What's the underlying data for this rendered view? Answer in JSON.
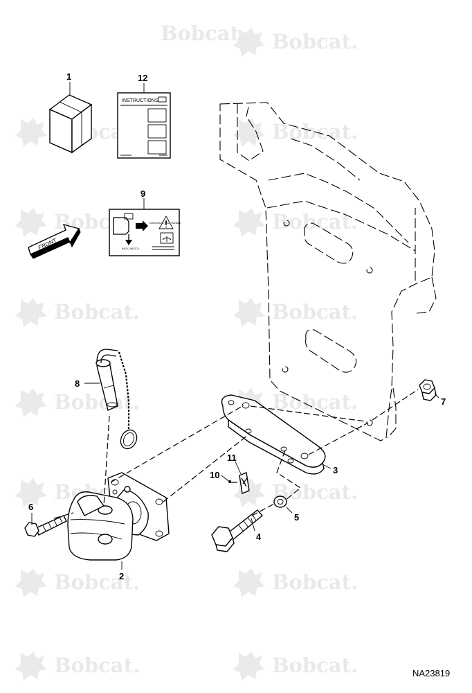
{
  "watermark": "Bobcat.",
  "document_id": "NA23819",
  "front_arrow_label": "FRONT",
  "instructions_label": "INSTRUCTIONS",
  "callouts": [
    {
      "id": "1"
    },
    {
      "id": "2"
    },
    {
      "id": "3"
    },
    {
      "id": "4"
    },
    {
      "id": "5"
    },
    {
      "id": "6"
    },
    {
      "id": "7"
    },
    {
      "id": "8"
    },
    {
      "id": "9"
    },
    {
      "id": "10"
    },
    {
      "id": "11"
    },
    {
      "id": "12"
    }
  ],
  "decal": {
    "text_1": "DISENGAGE PULL HANDLE",
    "text_2": "BACK UNLOCK"
  }
}
